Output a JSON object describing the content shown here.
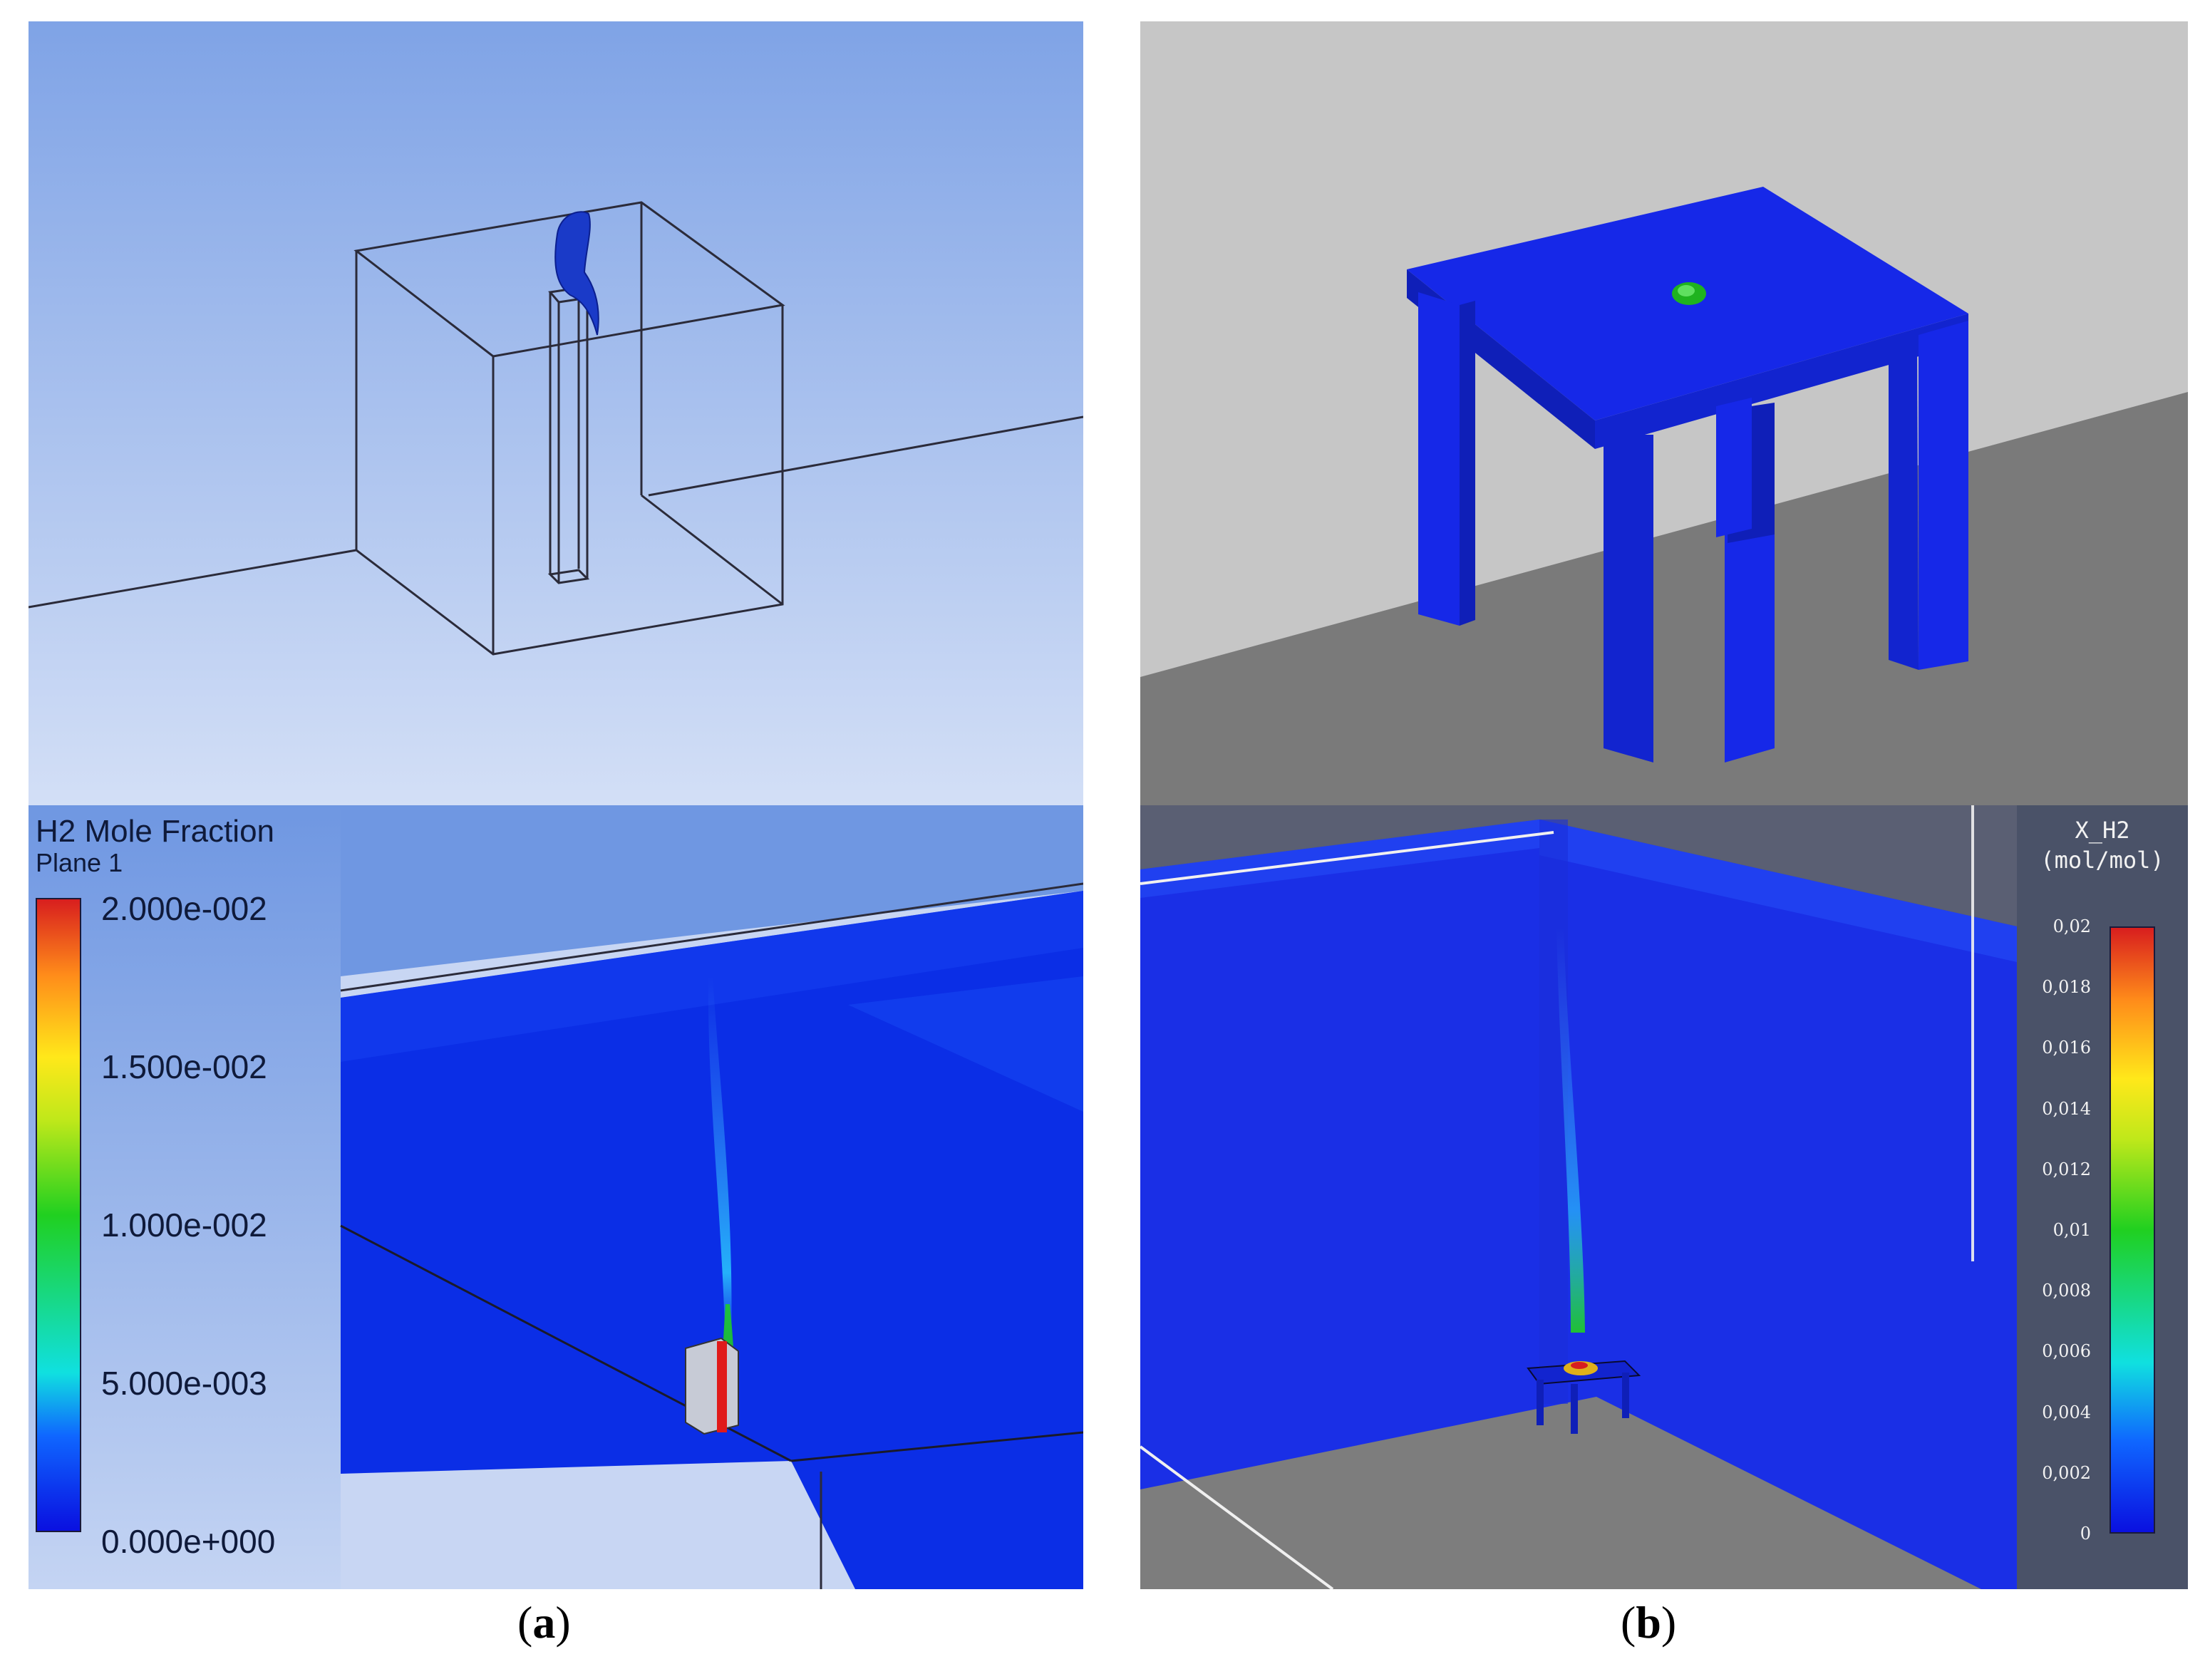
{
  "figure": {
    "panels": [
      {
        "label": "a",
        "caption_open": "(",
        "caption_close": ")"
      },
      {
        "label": "b",
        "caption_open": "(",
        "caption_close": ")"
      }
    ]
  },
  "legend_a": {
    "title": "H2 Mole Fraction",
    "subtitle": "Plane 1",
    "ticks": [
      "2.000e-002",
      "1.500e-002",
      "1.000e-002",
      "5.000e-003",
      "0.000e+000"
    ],
    "colors": [
      "#d81e1e",
      "#ffe81a",
      "#20d020",
      "#10e0e0",
      "#0a10e0"
    ]
  },
  "legend_b": {
    "title_line1": "X_H2",
    "title_line2": "(mol/mol)",
    "ticks": [
      "0,02",
      "0,018",
      "0,016",
      "0,014",
      "0,012",
      "0,01",
      "0,008",
      "0,006",
      "0,004",
      "0,002",
      "0"
    ],
    "colors": [
      "#d81e1e",
      "#ff8c1a",
      "#ffe81a",
      "#20d020",
      "#10e0e0",
      "#0a10e0"
    ]
  },
  "colors": {
    "ansys_sky_top": "#7fa3e6",
    "ansys_sky_bottom": "#cfdcf5",
    "plane_blue": "#0b2ee6",
    "table_blue": "#1628e8",
    "wall_gray": "#c6c6c6",
    "floor_gray": "#7a7a7a",
    "legend_b_bg": "#4a5268"
  }
}
